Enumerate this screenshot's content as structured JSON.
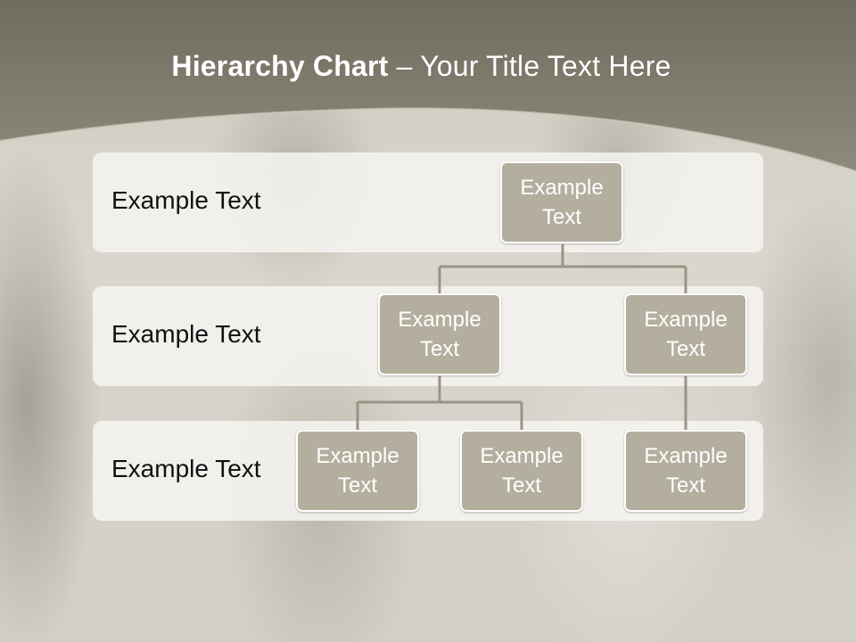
{
  "title": {
    "bold": "Hierarchy Chart",
    "rest": " – Your Title Text Here"
  },
  "rows": [
    {
      "label": "Example Text"
    },
    {
      "label": "Example Text"
    },
    {
      "label": "Example Text"
    }
  ],
  "nodes": {
    "root": {
      "line1": "Example",
      "line2": "Text"
    },
    "mid_left": {
      "line1": "Example",
      "line2": "Text"
    },
    "mid_right": {
      "line1": "Example",
      "line2": "Text"
    },
    "leaf_1": {
      "line1": "Example",
      "line2": "Text"
    },
    "leaf_2": {
      "line1": "Example",
      "line2": "Text"
    },
    "leaf_3": {
      "line1": "Example",
      "line2": "Text"
    }
  },
  "colors": {
    "header": "#7f7b6d",
    "node_fill": "#b4ae9e",
    "connector": "#9a9484",
    "row_band": "#f6f5f1"
  }
}
